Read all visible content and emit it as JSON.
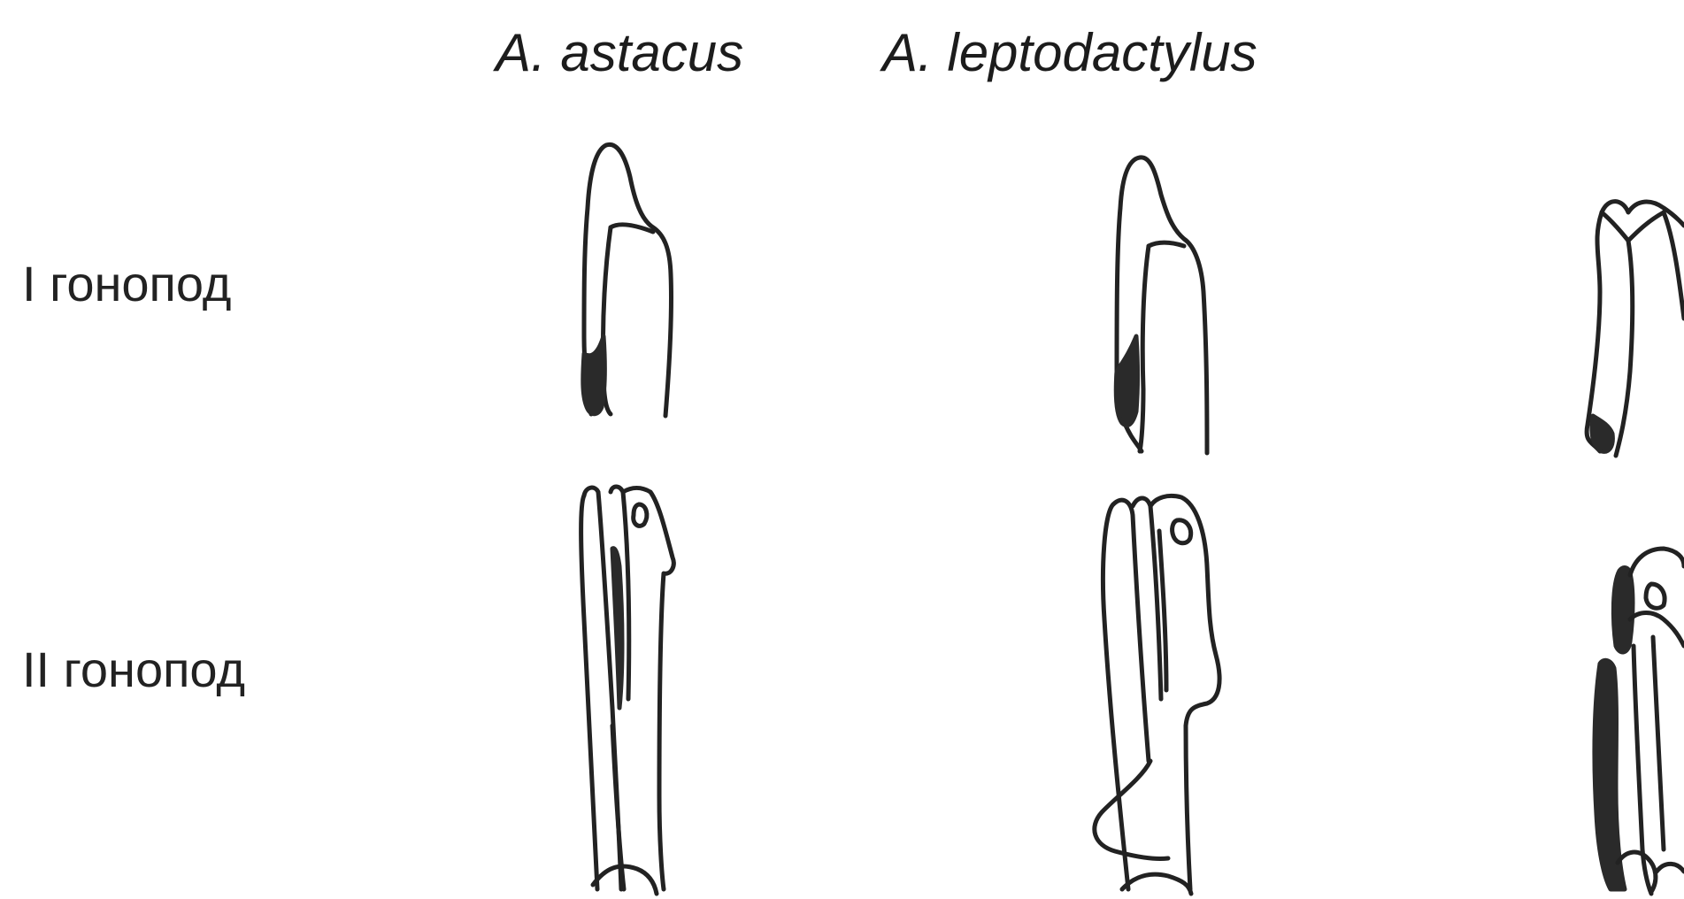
{
  "columns": [
    {
      "species": "A. astacus"
    },
    {
      "species": "A. leptodactylus"
    },
    {
      "species": ""
    }
  ],
  "rows": [
    {
      "label": "I гонопод"
    },
    {
      "label": "II гонопод"
    }
  ],
  "colors": {
    "ink": "#222222",
    "background": "#ffffff"
  }
}
